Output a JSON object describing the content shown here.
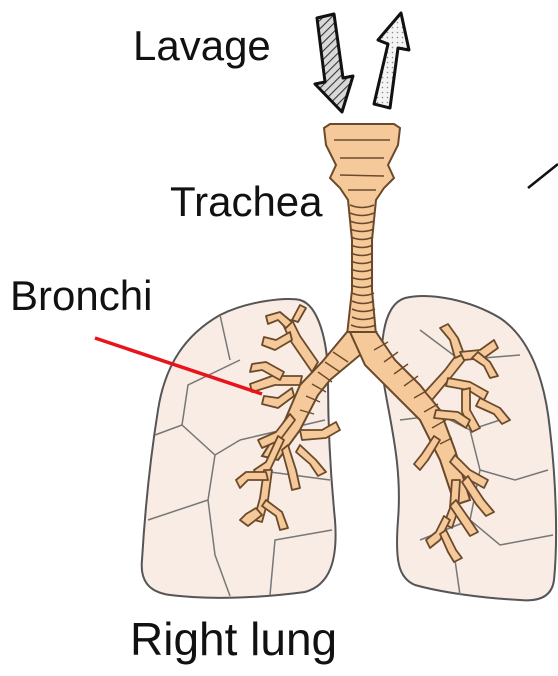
{
  "labels": {
    "lavage": "Lavage",
    "trachea": "Trachea",
    "bronchi": "Bronchi",
    "right_lung": "Right lung"
  },
  "colors": {
    "airway_fill": "#f6c99a",
    "airway_stroke": "#6b4a2b",
    "lung_fill": "#f8ece4",
    "lung_stroke": "#555555",
    "pointer_line": "#e8141c",
    "arrow_in_fill": "#555555",
    "arrow_out_fill": "#f4f4f4"
  },
  "icons": {
    "inflow": "down-arrow-icon",
    "outflow": "up-arrow-icon"
  }
}
